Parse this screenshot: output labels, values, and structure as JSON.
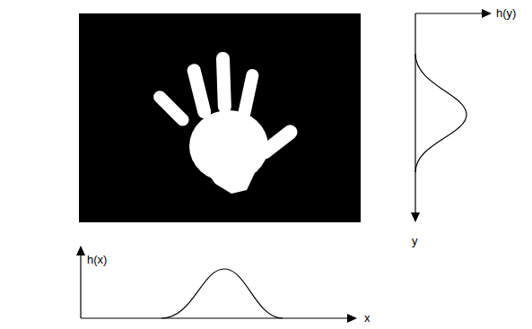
{
  "diagram": {
    "labels": [
      "h(y)",
      "y",
      "h(x)",
      "x"
    ]
  }
}
